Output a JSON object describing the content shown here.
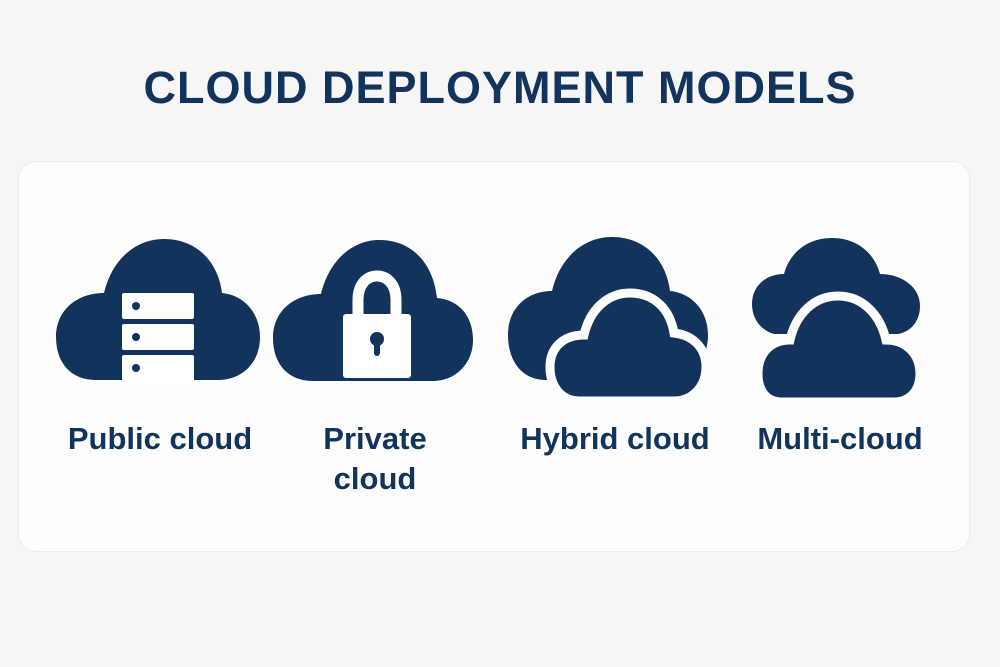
{
  "title": "CLOUD DEPLOYMENT MODELS",
  "colors": {
    "primary": "#12335b",
    "background": "#f6f6f7",
    "card": "#fdfdfd"
  },
  "models": [
    {
      "label": "Public cloud",
      "icon": "cloud-server-icon"
    },
    {
      "label_line1": "Private",
      "label_line2": "cloud",
      "icon": "cloud-lock-icon"
    },
    {
      "label": "Hybrid cloud",
      "icon": "hybrid-cloud-icon"
    },
    {
      "label": "Multi-cloud",
      "icon": "multi-cloud-icon"
    }
  ]
}
